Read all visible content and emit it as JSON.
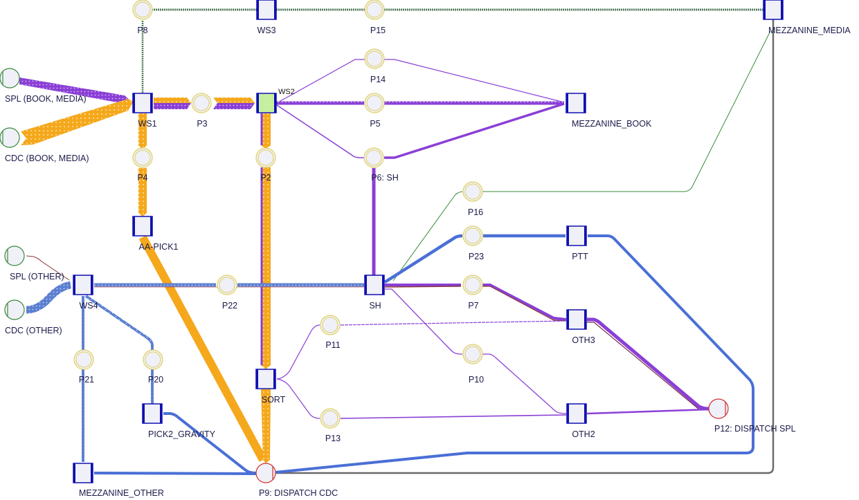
{
  "title": "Petri net flow diagram",
  "colors": {
    "orange": "#f5a81c",
    "purple": "#8a3fd6",
    "blue": "#4a6fd6",
    "blue_dotted": "#5b7fd0",
    "green_dark": "#4f7a5a",
    "green_thin": "#3a8a3a",
    "gray": "#6a6a6a",
    "place_fill": "#f0f0f8",
    "place_ring": "#e0d060",
    "transition_fill": "#f0f0f8",
    "transition_bar": "#1010b0",
    "ws2_fill": "#c6f0a0",
    "source_ring": "#3a8a3a",
    "sink_ring": "#d03030"
  },
  "nodes": {
    "p8": {
      "label": "P8",
      "type": "place"
    },
    "ws3": {
      "label": "WS3",
      "type": "transition"
    },
    "p15": {
      "label": "P15",
      "type": "place"
    },
    "mezzanine_media": {
      "label": "MEZZANINE_MEDIA",
      "type": "transition"
    },
    "spl_book_media": {
      "label": "SPL (BOOK, MEDIA)",
      "type": "source"
    },
    "cdc_book_media": {
      "label": "CDC (BOOK, MEDIA)",
      "type": "source"
    },
    "ws1": {
      "label": "WS1",
      "type": "transition"
    },
    "p3": {
      "label": "P3",
      "type": "place"
    },
    "ws2": {
      "label": "WS2",
      "type": "transition"
    },
    "p14": {
      "label": "P14",
      "type": "place"
    },
    "p5": {
      "label": "P5",
      "type": "place"
    },
    "p6": {
      "label": "P6: SH",
      "type": "place"
    },
    "mezzanine_book": {
      "label": "MEZZANINE_BOOK",
      "type": "transition"
    },
    "p4": {
      "label": "P4",
      "type": "place"
    },
    "p2": {
      "label": "P2",
      "type": "place"
    },
    "aa_pick1": {
      "label": "AA-PICK1",
      "type": "transition"
    },
    "p16": {
      "label": "P16",
      "type": "place"
    },
    "p23": {
      "label": "P23",
      "type": "place"
    },
    "ptt": {
      "label": "PTT",
      "type": "transition"
    },
    "spl_other": {
      "label": "SPL (OTHER)",
      "type": "source"
    },
    "cdc_other": {
      "label": "CDC (OTHER)",
      "type": "source"
    },
    "ws4": {
      "label": "WS4",
      "type": "transition"
    },
    "p22": {
      "label": "P22",
      "type": "place"
    },
    "sh": {
      "label": "SH",
      "type": "transition"
    },
    "p7": {
      "label": "P7",
      "type": "place"
    },
    "p11": {
      "label": "P11",
      "type": "place"
    },
    "oth3": {
      "label": "OTH3",
      "type": "transition"
    },
    "p21": {
      "label": "P21",
      "type": "place"
    },
    "p20": {
      "label": "P20",
      "type": "place"
    },
    "sort": {
      "label": "SORT",
      "type": "transition"
    },
    "p10": {
      "label": "P10",
      "type": "place"
    },
    "pick2_gravity": {
      "label": "PICK2_GRAVITY",
      "type": "transition"
    },
    "p13": {
      "label": "P13",
      "type": "place"
    },
    "oth2": {
      "label": "OTH2",
      "type": "transition"
    },
    "p12": {
      "label": "P12: DISPATCH SPL",
      "type": "sink"
    },
    "mezzanine_other": {
      "label": "MEZZANINE_OTHER",
      "type": "transition"
    },
    "p9": {
      "label": "P9: DISPATCH CDC",
      "type": "sink"
    }
  }
}
